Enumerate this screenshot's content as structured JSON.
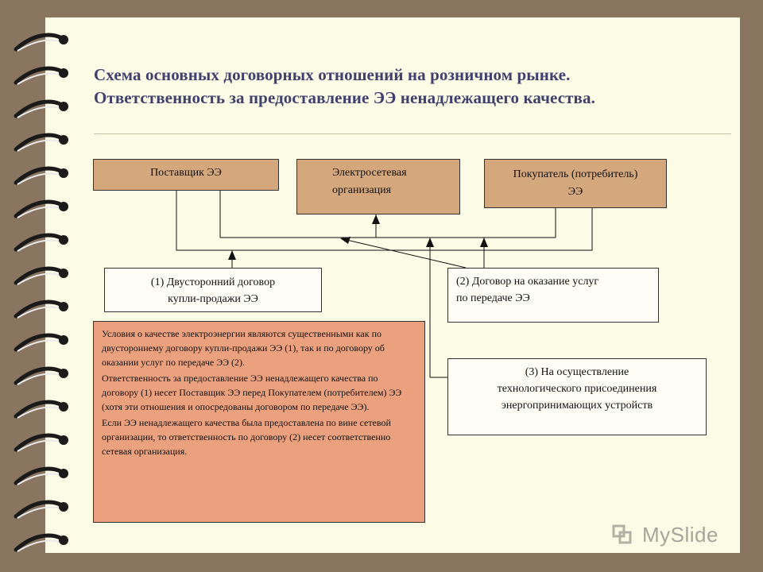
{
  "title": {
    "line1": "Схема основных договорных отношений на розничном рынке.",
    "line2": "Ответственность за предоставление ЭЭ ненадлежащего качества."
  },
  "boxes": {
    "supplier": "Поставщик ЭЭ",
    "grid_org_line1": "Электросетевая",
    "grid_org_line2": "организация",
    "buyer_line1": "Покупатель (потребитель)",
    "buyer_line2": "ЭЭ",
    "contract1_line1": "(1) Двусторонний договор",
    "contract1_line2": "купли-продажи ЭЭ",
    "contract2_line1": "(2) Договор на оказание услуг",
    "contract2_line2": "по передаче ЭЭ",
    "contract3_line1": "(3) На осуществление",
    "contract3_line2": "технологического присоединения",
    "contract3_line3": "энергопринимающих устройств"
  },
  "note": {
    "para1": "Условия о качестве электроэнергии являются существенными как по двустороннему договору купли-продажи ЭЭ (1), так и по договору об оказании услуг по передаче ЭЭ (2).",
    "para2": "Ответственность за предоставление ЭЭ ненадлежащего качества по договору (1) несет Поставщик ЭЭ перед Покупателем (потребителем) ЭЭ (хотя эти отношения и опосредованы договором по передаче ЭЭ).",
    "para3": "Если ЭЭ ненадлежащего качества была предоставлена по вине сетевой организации, то ответственность по договору (2) несет соответственно сетевая организация."
  },
  "logo": {
    "text": "MySlide",
    "icon": "myslide-logo-icon"
  },
  "colors": {
    "frame": "#8a7560",
    "page": "#fcfbe6",
    "title": "#40406e",
    "tan_box": "#d4a77c",
    "note_box": "#eba07e"
  }
}
